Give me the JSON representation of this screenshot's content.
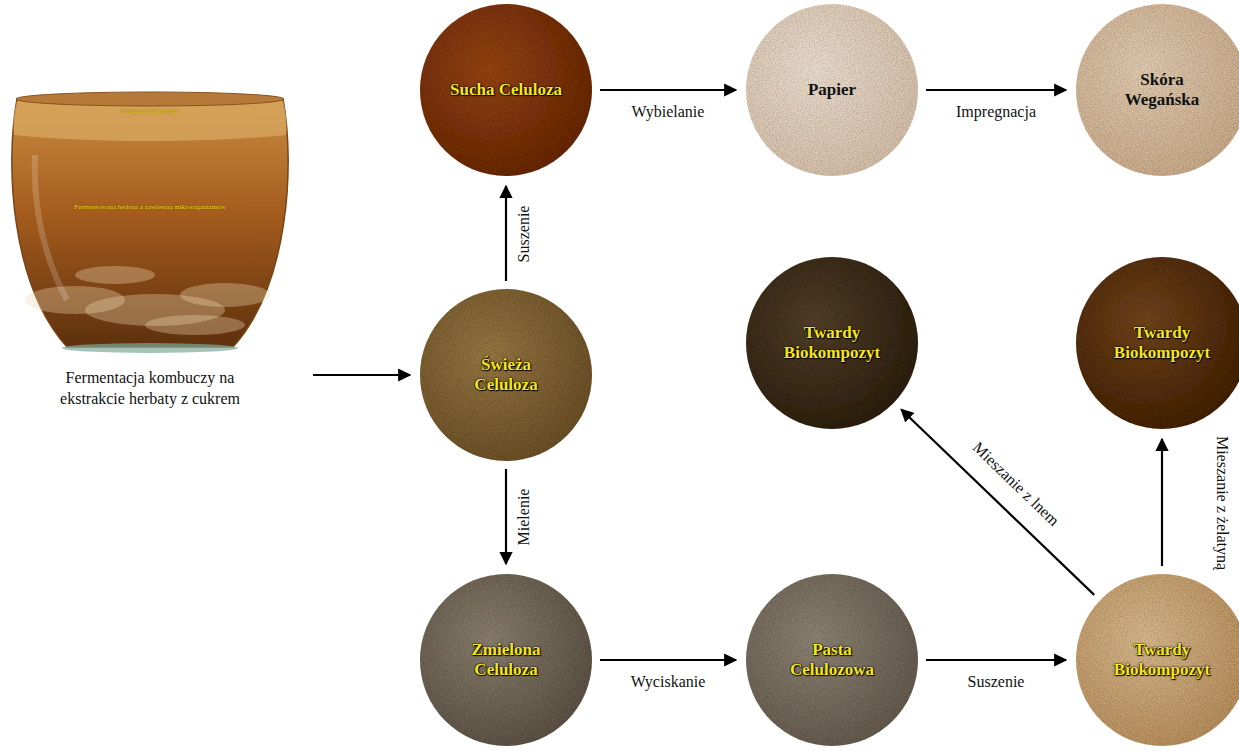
{
  "diagram": {
    "nodes": [
      {
        "text": [
          "Celuloza bakteryjna",
          "Fermentowana herbata z zawiesiną mikroorganizmów",
          "Fermentacja kombuczy na ekstrakcie herbaty z cukrem"
        ]
      },
      {
        "text": [
          "Sucha Celuloza"
        ]
      },
      {
        "text": [
          "Papier"
        ]
      },
      {
        "text": [
          "Skóra Wegańska"
        ]
      },
      {
        "text": [
          "Świeża Celuloza"
        ]
      },
      {
        "text": [
          "Twardy Biokompozyt"
        ]
      },
      {
        "text": [
          "Twardy Biokompozyt"
        ]
      },
      {
        "text": [
          "Zmielona Celuloza"
        ]
      },
      {
        "text": [
          "Pasta Celulozowa"
        ]
      },
      {
        "text": [
          "Twardy Biokompozyt"
        ]
      }
    ],
    "edges": [
      {
        "from": 0,
        "to": 4,
        "arrow": "to"
      },
      {
        "from": 4,
        "to": 1,
        "label": "Suszenie",
        "arrow": "to"
      },
      {
        "from": 1,
        "to": 2,
        "label": "Wybielanie",
        "arrow": "to"
      },
      {
        "from": 2,
        "to": 3,
        "label": "Impregnacja",
        "arrow": "to"
      },
      {
        "from": 4,
        "to": 7,
        "label": "Mielenie",
        "arrow": "to"
      },
      {
        "from": 7,
        "to": 8,
        "label": "Wyciskanie",
        "arrow": "to"
      },
      {
        "from": 8,
        "to": 9,
        "label": "Suszenie",
        "arrow": "to"
      },
      {
        "from": 9,
        "to": 5,
        "label": "Mieszanie z lnem",
        "arrow": "to"
      },
      {
        "from": 9,
        "to": 6,
        "label": "Mieszanie z żelatyną",
        "arrow": "to"
      }
    ]
  }
}
